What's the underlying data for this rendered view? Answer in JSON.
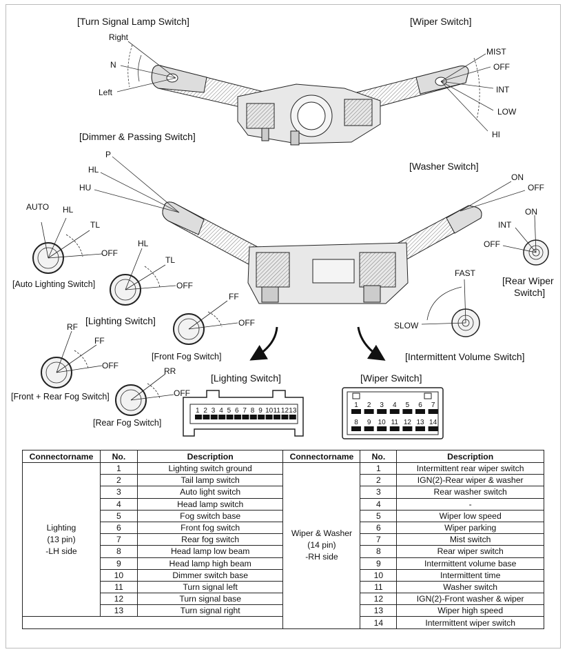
{
  "labels": {
    "turn_signal_title": "[Turn Signal Lamp Switch]",
    "turn_right": "Right",
    "turn_n": "N",
    "turn_left": "Left",
    "wiper_title": "[Wiper Switch]",
    "wiper_mist": "MIST",
    "wiper_off": "OFF",
    "wiper_int": "INT",
    "wiper_low": "LOW",
    "wiper_hi": "HI",
    "dimmer_title": "[Dimmer & Passing Switch]",
    "dim_p": "P",
    "dim_hl": "HL",
    "dim_hu": "HU",
    "washer_title": "[Washer Switch]",
    "washer_on": "ON",
    "washer_off": "OFF",
    "rear_int": "INT",
    "rear_on": "ON",
    "rear_off": "OFF",
    "rear_wiper_title_1": "[Rear Wiper",
    "rear_wiper_title_2": "Switch]",
    "auto_auto": "AUTO",
    "auto_hl": "HL",
    "auto_tl": "TL",
    "auto_off": "OFF",
    "auto_title": "[Auto Lighting Switch]",
    "light_hl": "HL",
    "light_tl": "TL",
    "light_off": "OFF",
    "light_title": "[Lighting Switch]",
    "ffog_ff": "FF",
    "ffog_off": "OFF",
    "ffog_title": "[Front Fog Switch]",
    "frfog_rf": "RF",
    "frfog_ff": "FF",
    "frfog_off": "OFF",
    "frfog_title": "[Front + Rear Fog Switch]",
    "rfog_rr": "RR",
    "rfog_off": "OFF",
    "rfog_title": "[Rear Fog Switch]",
    "int_fast": "FAST",
    "int_slow": "SLOW",
    "int_title": "[Intermittent Volume Switch]",
    "conn_light_title": "[Lighting Switch]",
    "conn_wiper_title": "[Wiper Switch]"
  },
  "connectors": {
    "lighting_pins": [
      "1",
      "2",
      "3",
      "4",
      "5",
      "6",
      "7",
      "8",
      "9",
      "10",
      "11",
      "12",
      "13"
    ],
    "wiper_pins_top": [
      "1",
      "2",
      "3",
      "4",
      "5",
      "6",
      "7"
    ],
    "wiper_pins_bottom": [
      "8",
      "9",
      "10",
      "11",
      "12",
      "13",
      "14"
    ]
  },
  "table": {
    "headers": [
      "Connectorname",
      "No.",
      "Description",
      "Connectorname",
      "No.",
      "Description"
    ],
    "left": {
      "group_lines": [
        "Lighting",
        "(13 pin)",
        "-LH side"
      ],
      "rows": [
        {
          "no": "1",
          "desc": "Lighting switch ground"
        },
        {
          "no": "2",
          "desc": "Tail lamp switch"
        },
        {
          "no": "3",
          "desc": "Auto light switch"
        },
        {
          "no": "4",
          "desc": "Head lamp switch"
        },
        {
          "no": "5",
          "desc": "Fog switch base"
        },
        {
          "no": "6",
          "desc": "Front fog switch"
        },
        {
          "no": "7",
          "desc": "Rear fog switch"
        },
        {
          "no": "8",
          "desc": "Head lamp low beam"
        },
        {
          "no": "9",
          "desc": "Head lamp high beam"
        },
        {
          "no": "10",
          "desc": "Dimmer switch base"
        },
        {
          "no": "11",
          "desc": "Turn signal left"
        },
        {
          "no": "12",
          "desc": "Turn signal base"
        },
        {
          "no": "13",
          "desc": "Turn signal right"
        }
      ]
    },
    "right": {
      "group_lines": [
        "Wiper & Washer",
        "(14 pin)",
        "-RH side"
      ],
      "rows": [
        {
          "no": "1",
          "desc": "Intermittent rear wiper switch"
        },
        {
          "no": "2",
          "desc": "IGN(2)-Rear wiper & washer"
        },
        {
          "no": "3",
          "desc": "Rear washer switch"
        },
        {
          "no": "4",
          "desc": "-"
        },
        {
          "no": "5",
          "desc": "Wiper low speed"
        },
        {
          "no": "6",
          "desc": "Wiper parking"
        },
        {
          "no": "7",
          "desc": "Mist switch"
        },
        {
          "no": "8",
          "desc": "Rear wiper switch"
        },
        {
          "no": "9",
          "desc": "Intermittent volume base"
        },
        {
          "no": "10",
          "desc": "Intermittent time"
        },
        {
          "no": "11",
          "desc": "Washer switch"
        },
        {
          "no": "12",
          "desc": "IGN(2)-Front washer & wiper"
        },
        {
          "no": "13",
          "desc": "Wiper high speed"
        },
        {
          "no": "14",
          "desc": "Intermittent wiper switch"
        }
      ]
    }
  }
}
